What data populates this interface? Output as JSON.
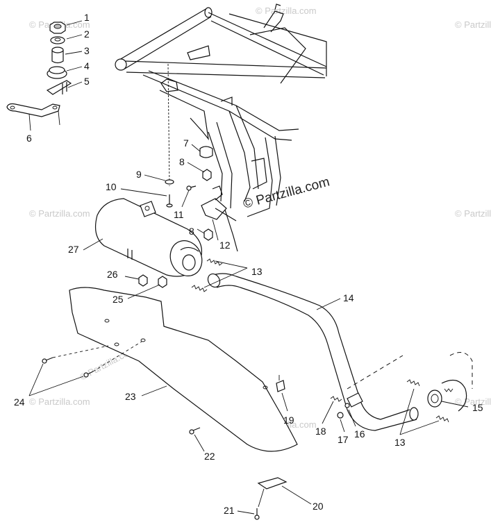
{
  "watermarks": {
    "main": "© Partzilla.com",
    "corner": "© Partzilla.com"
  },
  "callouts": [
    "1",
    "2",
    "3",
    "4",
    "5",
    "6",
    "7",
    "8",
    "9",
    "10",
    "11",
    "8",
    "12",
    "27",
    "26",
    "25",
    "13",
    "14",
    "24",
    "23",
    "22",
    "19",
    "18",
    "17",
    "16",
    "13",
    "15",
    "20",
    "21"
  ],
  "colors": {
    "line": "#111111",
    "watermark_light": "#c9c9c9",
    "watermark_dark": "#222222",
    "background": "#ffffff"
  }
}
